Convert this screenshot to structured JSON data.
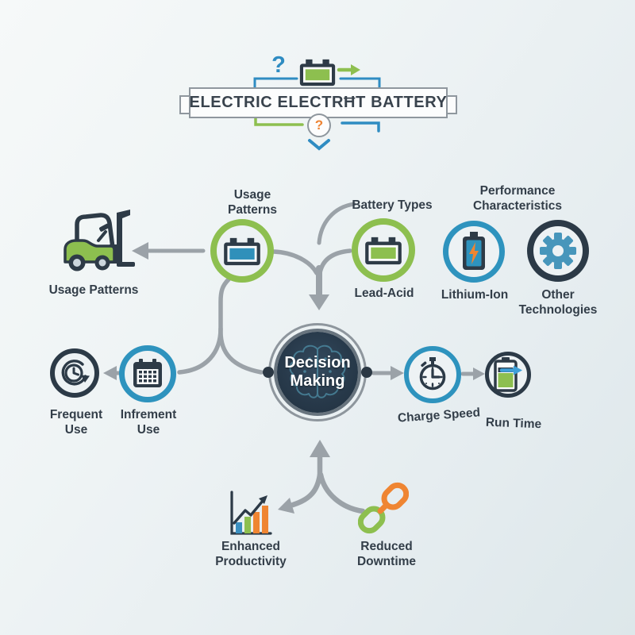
{
  "banner": {
    "title": "ELECTRIC ELECTRĦT BATTERY",
    "top_question_mark": "?",
    "bottom_question_mark": "?"
  },
  "section_labels": {
    "usage_patterns": {
      "line1": "Usage",
      "line2": "Patterns"
    },
    "battery_types": {
      "label": "Battery Types"
    },
    "performance": {
      "line1": "Performance",
      "line2": "Characteristics"
    }
  },
  "nodes": {
    "forklift": {
      "label": "Usage Patterns"
    },
    "lead_acid": {
      "label": "Lead-Acid"
    },
    "lithium_ion": {
      "label": "Lithium-Ion"
    },
    "other_technologies": {
      "line1": "Other",
      "line2": "Technologies"
    },
    "decision": {
      "line1": "Decision",
      "line2": "Making"
    },
    "frequent_use": {
      "line1": "Frequent",
      "line2": "Use"
    },
    "infrequent_use": {
      "line1": "Infrement",
      "line2": "Use"
    },
    "charge_speed": {
      "label": "Charge Speed"
    },
    "run_time": {
      "label": "Run Time"
    },
    "enhanced_productivity": {
      "line1": "Enhanced",
      "line2": "Productivity"
    },
    "reduced_downtime": {
      "line1": "Reduced",
      "line2": "Downtime"
    }
  },
  "icons": {
    "forklift": "forklift-icon",
    "battery_horizontal": "battery-icon",
    "battery_lithium": "battery-lightning-icon",
    "gear": "gear-icon",
    "history_clock": "history-clock-icon",
    "calendar": "calendar-icon",
    "stopwatch": "stopwatch-icon",
    "battery_runtime": "battery-arrow-icon",
    "brain": "brain-icon",
    "bar_chart": "bar-chart-icon",
    "chain_link": "chain-link-icon",
    "question_mark": "question-mark-icon",
    "arrow_right": "arrow-right-icon",
    "chevron_down": "chevron-down-icon"
  },
  "colors": {
    "green": "#8dbf4f",
    "blue": "#2e93be",
    "dark_navy": "#2c3a47",
    "orange": "#ee8434",
    "line_gray": "#9ba2a8",
    "banner_border": "#8f979e",
    "brain_teal": "#57a3bd",
    "background": "#e9eff1",
    "hub_fill": "#283a4b",
    "text": "#333e49"
  }
}
